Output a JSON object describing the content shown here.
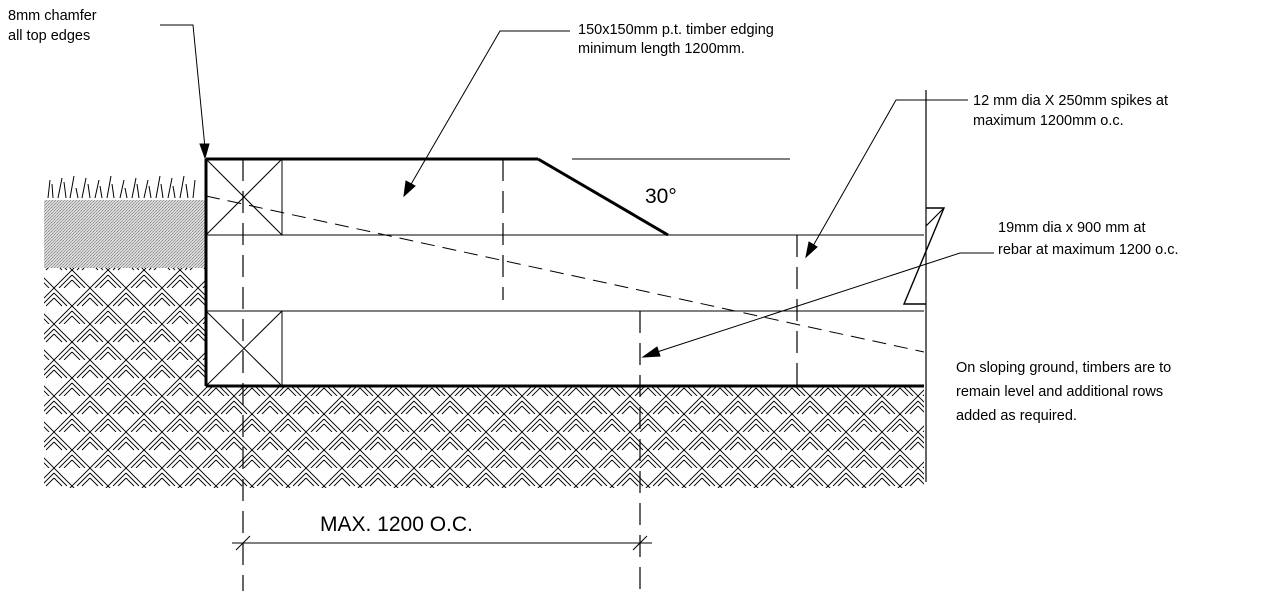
{
  "notes": {
    "chamfer": [
      "8mm chamfer",
      "all top edges"
    ],
    "edging": [
      "150x150mm p.t. timber edging",
      "minimum length 1200mm."
    ],
    "spikes": [
      "12 mm dia X 250mm spikes at",
      "maximum 1200mm o.c."
    ],
    "rebar": [
      "19mm dia x 900 mm at",
      "rebar at maximum 1200 o.c."
    ],
    "sloping": [
      "On sloping ground, timbers are to",
      "remain level and additional rows",
      "added as required."
    ]
  },
  "angle_label": "30°",
  "dimension_label": "MAX. 1200 O.C."
}
